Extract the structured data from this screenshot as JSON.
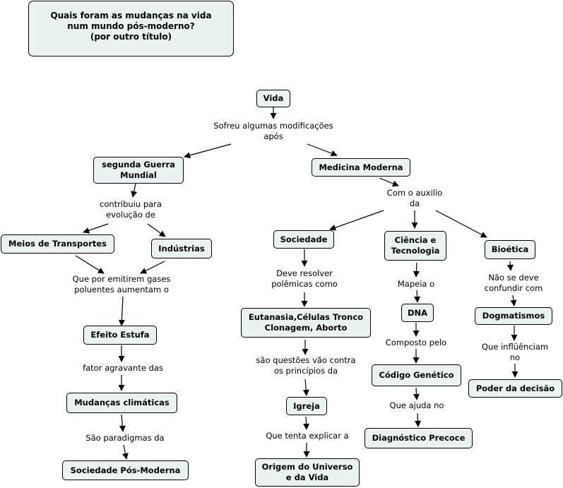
{
  "title": "Quais foram as mudanças na vida\nnum mundo pós-moderno?\n(por  outro título)",
  "concepts": {
    "vida": "Vida",
    "guerra": "segunda Guerra\nMundial",
    "medicina": "Medicina Moderna",
    "transportes": "Meios de Transportes",
    "industrias": "Indústrias",
    "efeito": "Efeito Estufa",
    "mudancas": "Mudanças climáticas",
    "sociedade_pos": "Sociedade Pós-Moderna",
    "sociedade": "Sociedade",
    "ciencia": "Ciência e\nTecnologia",
    "bioetica": "Bioética",
    "eutanasia": "Eutanasia,Células Tronco\nClonagem, Aborto",
    "igreja": "Igreja",
    "origem": "Origem do Universo\ne da Vida",
    "dna": "DNA",
    "codigo": "Código Genético",
    "diagnostico": "Diagnóstico Precoce",
    "dogmatismos": "Dogmatismos",
    "poder": "Poder da decisão"
  },
  "links": {
    "sofreu": "Sofreu algumas modificações\napós",
    "contribuiu": "contribuiu para\nevolução de",
    "auxilio": "Com o auxilio\nda",
    "emitirem": "Que por emitirem gases\npoluentes aumentam o",
    "fator": "fator agravante das",
    "paradigmas": "São paradigmas da",
    "resolver": "Deve resolver\npolêmicas como",
    "questoes": "são questões vão contra\nos princípios da",
    "explicar": "Que tenta explicar a",
    "mapeia": "Mapeia o",
    "composto": "Composto pelo",
    "ajuda": "Que ajuda no",
    "confundir": "Não se deve\nconfundir com",
    "influenciam": "Que inflüênciam\nno"
  }
}
